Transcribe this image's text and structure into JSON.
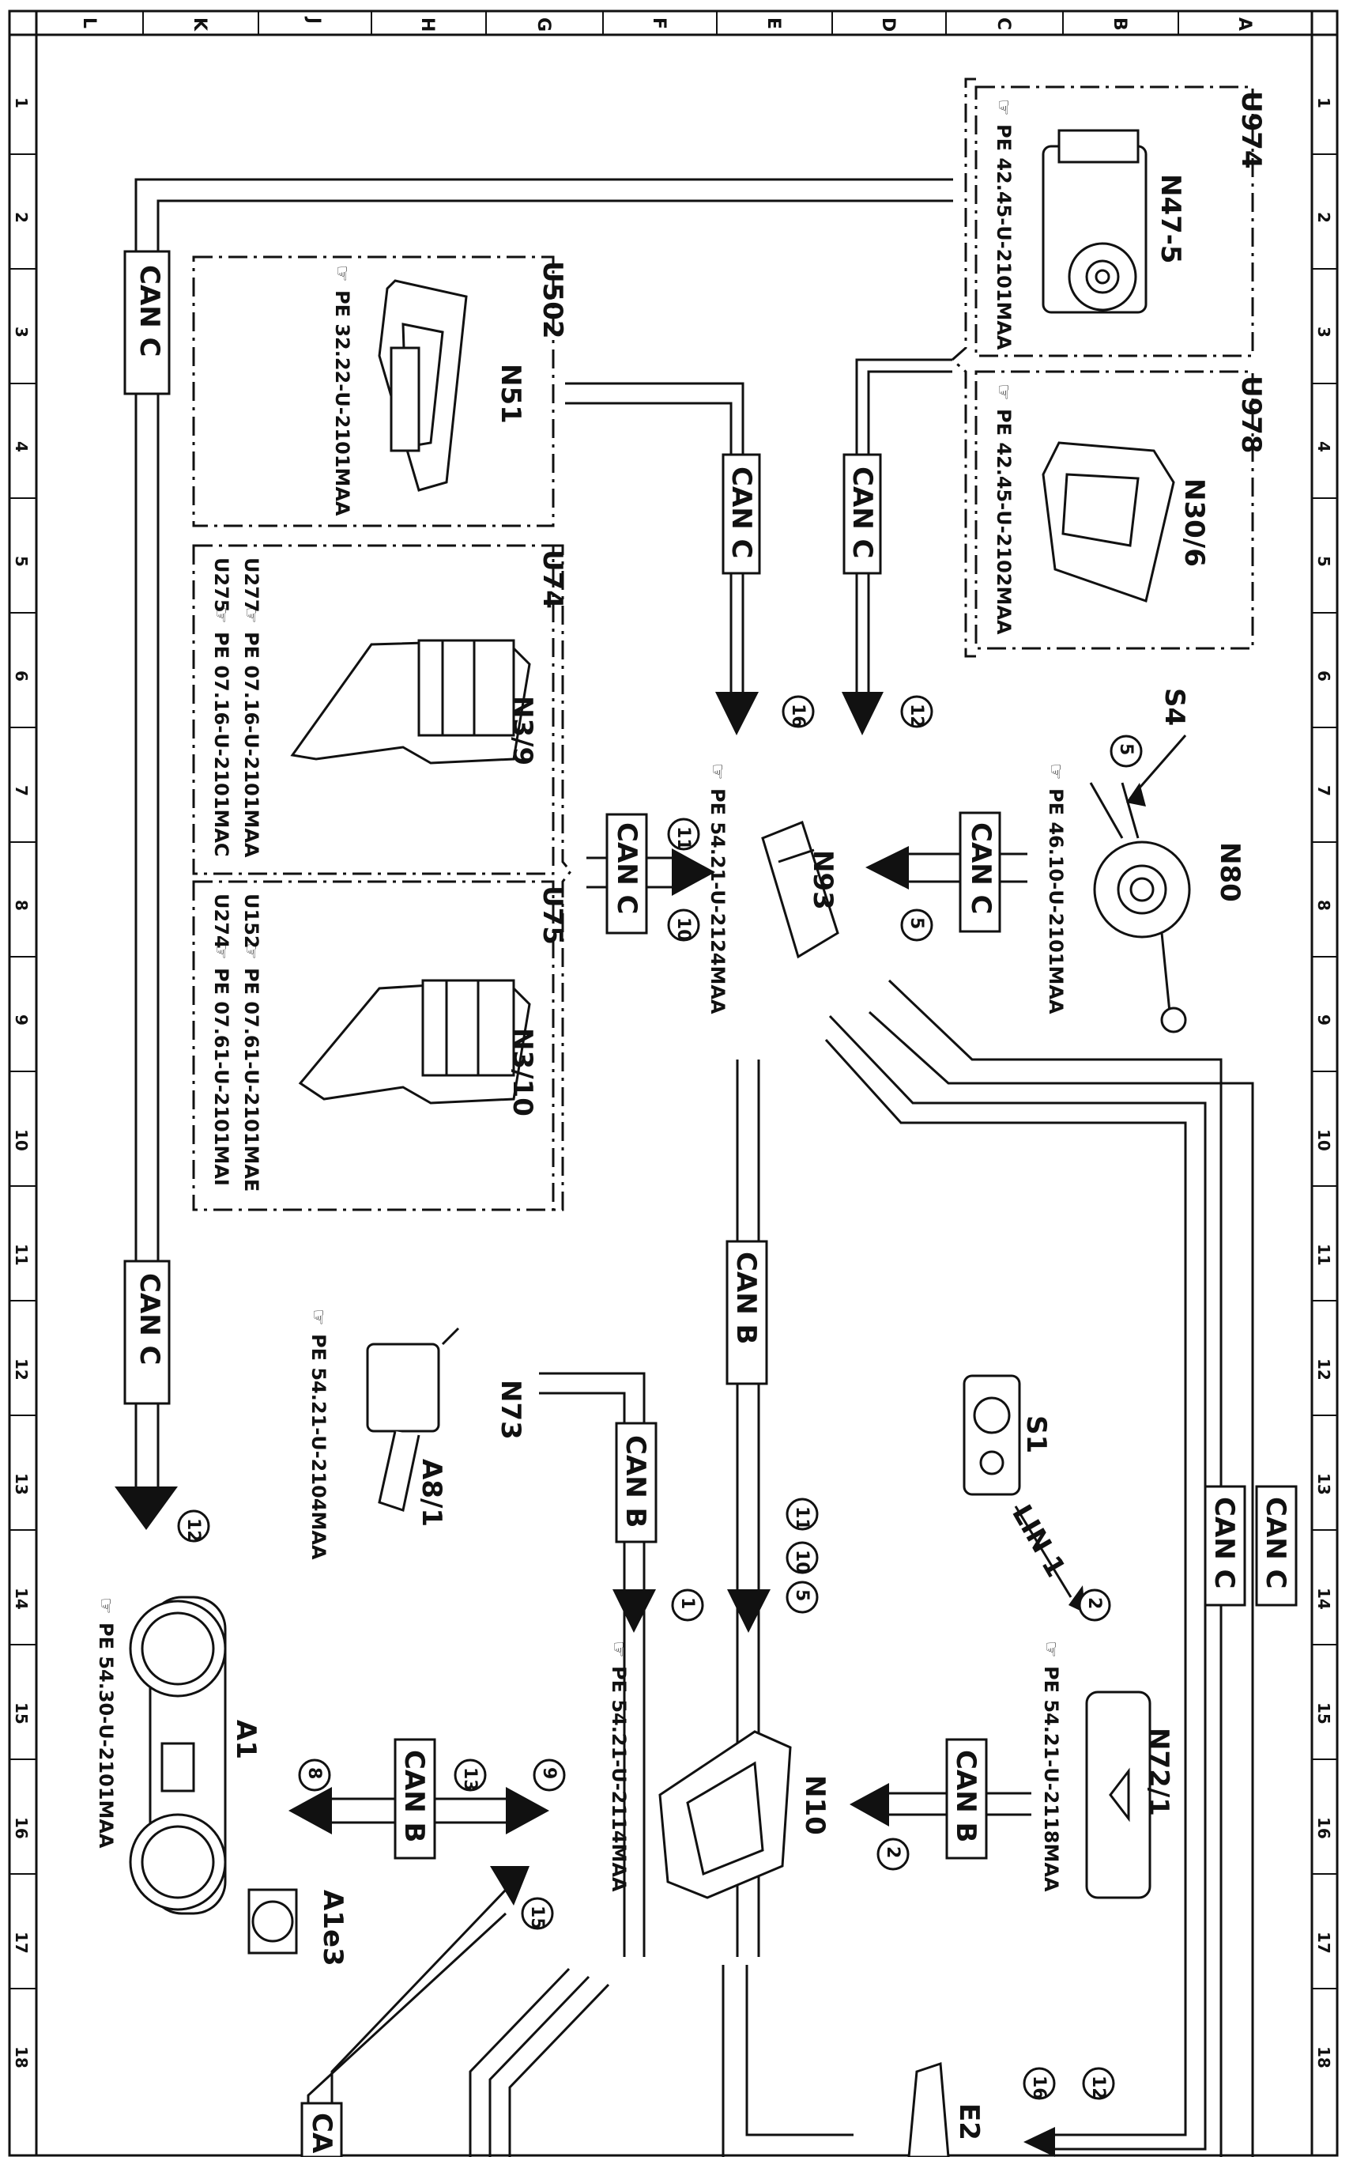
{
  "border": {
    "columns": [
      "L",
      "K",
      "J",
      "H",
      "G",
      "F",
      "E",
      "D",
      "C",
      "B",
      "A"
    ],
    "rows": [
      "1",
      "2",
      "3",
      "4",
      "5",
      "6",
      "7",
      "8",
      "9",
      "10",
      "11",
      "12",
      "13",
      "14",
      "15",
      "16",
      "17",
      "18"
    ]
  },
  "components": [
    {
      "id": "N47-5",
      "label": "N47-5"
    },
    {
      "id": "N30/6",
      "label": "N30/6"
    },
    {
      "id": "N51",
      "label": "N51"
    },
    {
      "id": "N3/9",
      "label": "N3/9"
    },
    {
      "id": "N3/10",
      "label": "N3/10"
    },
    {
      "id": "N93",
      "label": "N93"
    },
    {
      "id": "N80",
      "label": "N80"
    },
    {
      "id": "S4",
      "label": "S4"
    },
    {
      "id": "S1",
      "label": "S1"
    },
    {
      "id": "N73",
      "label": "N73"
    },
    {
      "id": "A8/1",
      "label": "A8/1"
    },
    {
      "id": "N10",
      "label": "N10"
    },
    {
      "id": "N72/1",
      "label": "N72/1"
    },
    {
      "id": "A1",
      "label": "A1"
    },
    {
      "id": "A1e3",
      "label": "A1e3"
    },
    {
      "id": "E2",
      "label": "E2"
    }
  ],
  "box_codes": [
    "U974",
    "U978",
    "U502",
    "U74",
    "U75"
  ],
  "references": [
    {
      "id": "n47",
      "text": "PE 42.45-U-2101MAA"
    },
    {
      "id": "n30",
      "text": "PE 42.45-U-2102MAA"
    },
    {
      "id": "n51",
      "text": "PE 32.22-U-2101MAA"
    },
    {
      "id": "n39a",
      "prefix": "U277",
      "text": "PE 07.16-U-2101MAA"
    },
    {
      "id": "n39b",
      "prefix": "U275",
      "text": "PE 07.16-U-2101MAC"
    },
    {
      "id": "n310a",
      "prefix": "U152",
      "text": "PE 07.61-U-2101MAE"
    },
    {
      "id": "n310b",
      "prefix": "U274",
      "text": "PE 07.61-U-2101MAI"
    },
    {
      "id": "n93",
      "text": "PE 54.21-U-2124MAA"
    },
    {
      "id": "n80",
      "text": "PE 46.10-U-2101MAA"
    },
    {
      "id": "n73",
      "text": "PE 54.21-U-2104MAA"
    },
    {
      "id": "n10",
      "text": "PE 54.21-U-2114MAA"
    },
    {
      "id": "n72",
      "text": "PE 54.21-U-2118MAA"
    },
    {
      "id": "a1",
      "text": "PE 54.30-U-2101MAA"
    }
  ],
  "bus_labels": [
    "CAN C",
    "CAN C",
    "CAN C",
    "CAN C",
    "CAN C",
    "CAN C",
    "CAN C",
    "CAN C",
    "CAN B",
    "CAN B",
    "CAN B",
    "CAN B",
    "LIN 1",
    "CA"
  ],
  "circle_numbers": [
    "16",
    "12",
    "5",
    "11",
    "10",
    "5",
    "2",
    "11",
    "10",
    "5",
    "1",
    "12",
    "13",
    "8",
    "9",
    "2",
    "15",
    "16",
    "12"
  ],
  "colors": {
    "line": "#111111",
    "background": "#ffffff"
  }
}
